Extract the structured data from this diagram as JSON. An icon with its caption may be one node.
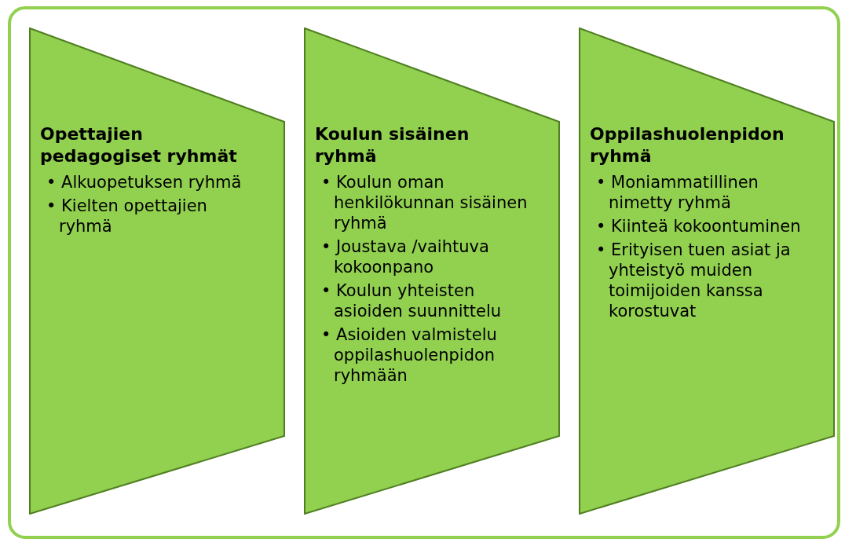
{
  "diagram": {
    "nodes": [
      {
        "text": [
          "Opettajien pedagogiset ryhmät",
          "• Alkuopetuksen ryhmä",
          "• Kielten opettajien ryhmä"
        ]
      },
      {
        "text": [
          "Koulun sisäinen ryhmä",
          "• Koulun oman henkilökunnan sisäinen ryhmä",
          "• Joustava /vaihtuva kokoonpano",
          "• Koulun yhteisten asioiden suunnittelu",
          "• Asioiden valmistelu oppilashuolenpidon ryhmään"
        ]
      },
      {
        "text": [
          "Oppilashuolenpidon ryhmä",
          "• Moniammatillinen nimetty ryhmä",
          "• Kiinteä kokoontuminen",
          "• Erityisen tuen asiat ja yhteistyö muiden toimijoiden kanssa korostuvat"
        ]
      }
    ],
    "edges": []
  }
}
